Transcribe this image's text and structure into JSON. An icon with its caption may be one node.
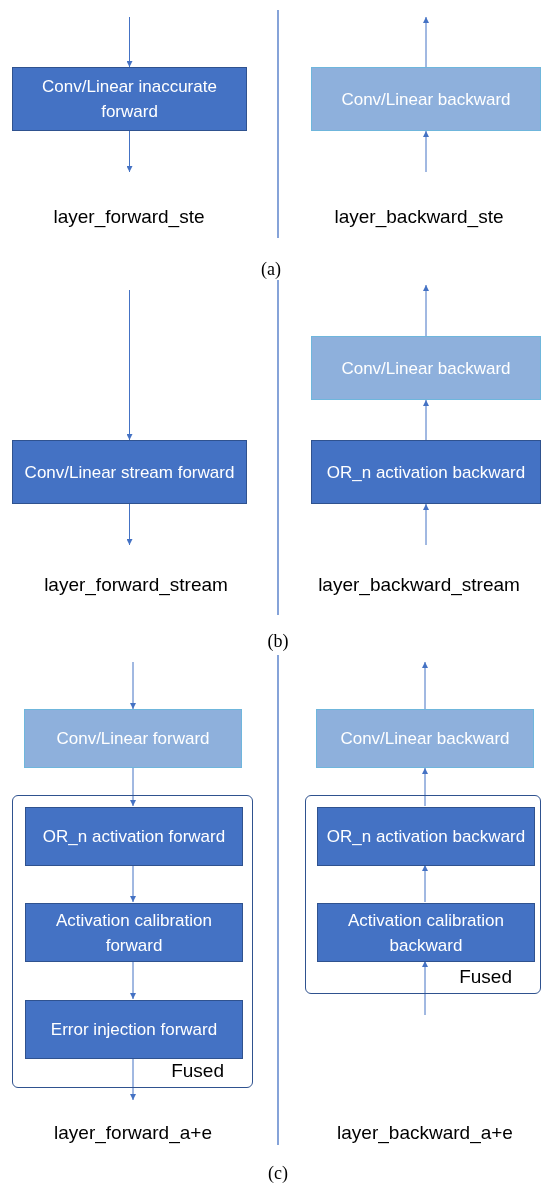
{
  "diagram": {
    "nodes": [
      {
        "text": [
          "Conv/Linear inaccurate forward"
        ]
      },
      {
        "text": [
          "Conv/Linear backward"
        ]
      },
      {
        "text": [
          "Conv/Linear stream forward"
        ]
      },
      {
        "text": [
          "Conv/Linear backward"
        ]
      },
      {
        "text": [
          "OR_n activation backward"
        ]
      },
      {
        "text": [
          "Conv/Linear forward"
        ]
      },
      {
        "text": [
          "Fused"
        ]
      },
      {
        "text": [
          "OR_n activation forward"
        ],
        "in": 6
      },
      {
        "text": [
          "Activation calibration forward"
        ],
        "in": 6
      },
      {
        "text": [
          "Error injection forward"
        ],
        "in": 6
      },
      {
        "text": [
          "Conv/Linear backward"
        ]
      },
      {
        "text": [
          "Fused"
        ]
      },
      {
        "text": [
          "OR_n activation backward"
        ],
        "in": 11
      },
      {
        "text": [
          "Activation calibration backward"
        ],
        "in": 11
      }
    ],
    "edges": [
      {
        "from": null,
        "to": 0,
        "arrow": "to"
      },
      {
        "from": 0,
        "to": null,
        "arrow": "to"
      },
      {
        "from": null,
        "to": 1,
        "arrow": "to"
      },
      {
        "from": 1,
        "to": null,
        "arrow": "to"
      },
      {
        "from": null,
        "to": 2,
        "arrow": "to"
      },
      {
        "from": 2,
        "to": null,
        "arrow": "to"
      },
      {
        "from": null,
        "to": 4,
        "arrow": "to"
      },
      {
        "from": 4,
        "to": 3,
        "arrow": "to"
      },
      {
        "from": 3,
        "to": null,
        "arrow": "to"
      },
      {
        "from": null,
        "to": 5,
        "arrow": "to"
      },
      {
        "from": 5,
        "to": 7,
        "arrow": "to"
      },
      {
        "from": 7,
        "to": 8,
        "arrow": "to"
      },
      {
        "from": 8,
        "to": 9,
        "arrow": "to"
      },
      {
        "from": 9,
        "to": null,
        "arrow": "to"
      },
      {
        "from": null,
        "to": 13,
        "arrow": "to"
      },
      {
        "from": 13,
        "to": 12,
        "arrow": "to"
      },
      {
        "from": 12,
        "to": 10,
        "arrow": "to"
      },
      {
        "from": 10,
        "to": null,
        "arrow": "to"
      }
    ],
    "labels": [
      "layer_forward_ste",
      "layer_backward_ste",
      "(a)",
      "layer_forward_stream",
      "layer_backward_stream",
      "(b)",
      "layer_forward_a+e",
      "layer_backward_a+e",
      "(c)"
    ]
  }
}
